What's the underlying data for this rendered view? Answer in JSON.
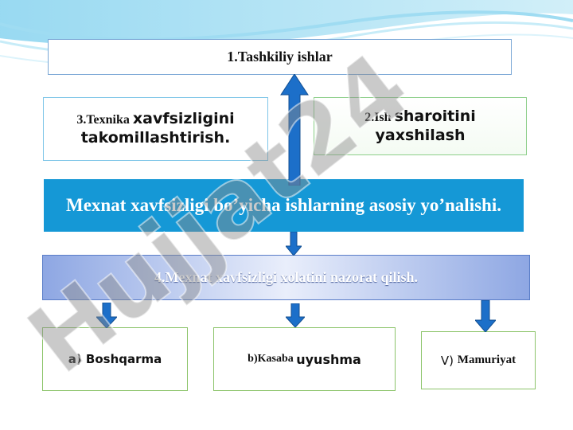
{
  "boxes": {
    "top": "1.Tashkiliy ishlar",
    "left_sm": "3.Texnika ",
    "left_lg": "xavfsizligini takomillashtirish.",
    "right_sm": "2.Ish ",
    "right_lg": "sharoitini yaxshilash",
    "main": "Mexnat xavfsizligi bo’yicha ishlarning asosiy yo’nalishi.",
    "four": "4.Mexnat xavfsizligi xolatini nazorat qilish."
  },
  "sub": {
    "a_prefix": "a) ",
    "a_text": "Boshqarma",
    "b_prefix": "b)Kasaba ",
    "b_text": "uyushma",
    "v_prefix": "V) ",
    "v_text": "Mamuriyat"
  },
  "watermark": "Hujjat24",
  "colors": {
    "main_box": "#1598d6",
    "arrow": "#1c6fc9",
    "watermark": "#8a8a8a"
  },
  "icons": [
    "up-arrow-icon",
    "down-arrow-icon"
  ]
}
